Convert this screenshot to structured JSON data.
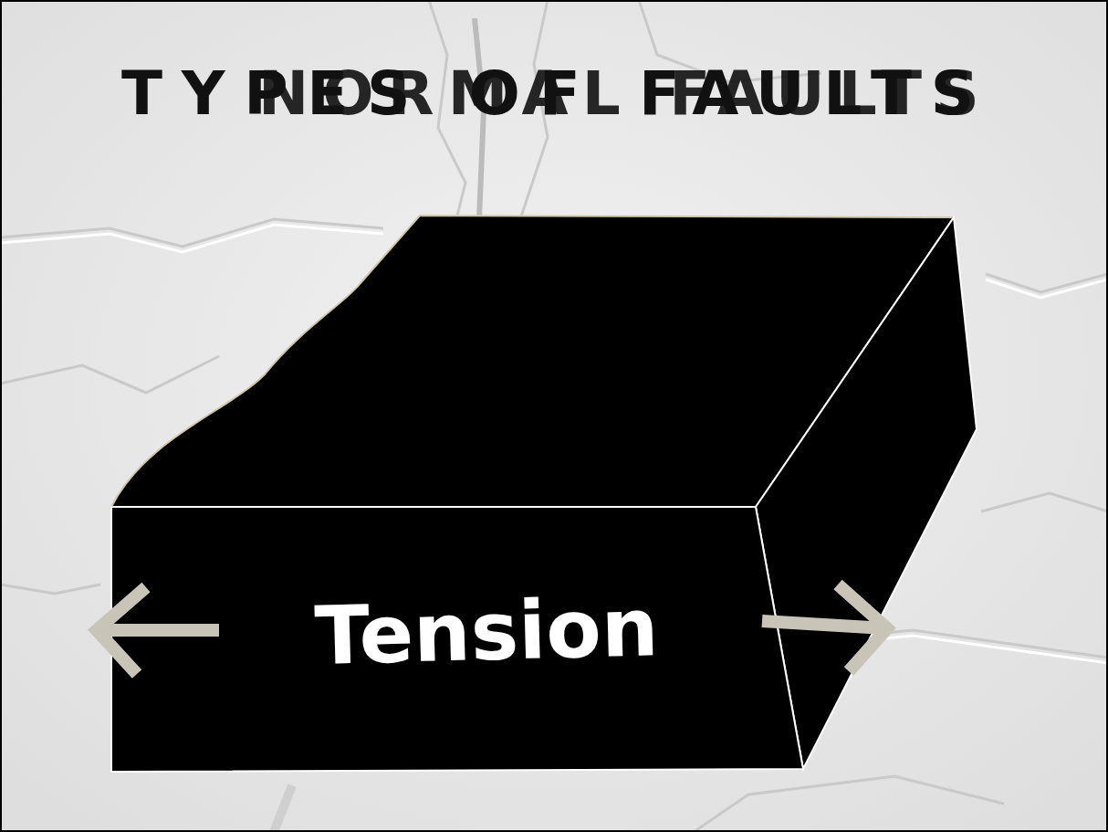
{
  "diagram": {
    "title": "TYPES OF FAULTS",
    "nodes": [
      {
        "text": [
          "Tension"
        ]
      }
    ],
    "labels": [
      "NORMAL FAULTS"
    ]
  }
}
